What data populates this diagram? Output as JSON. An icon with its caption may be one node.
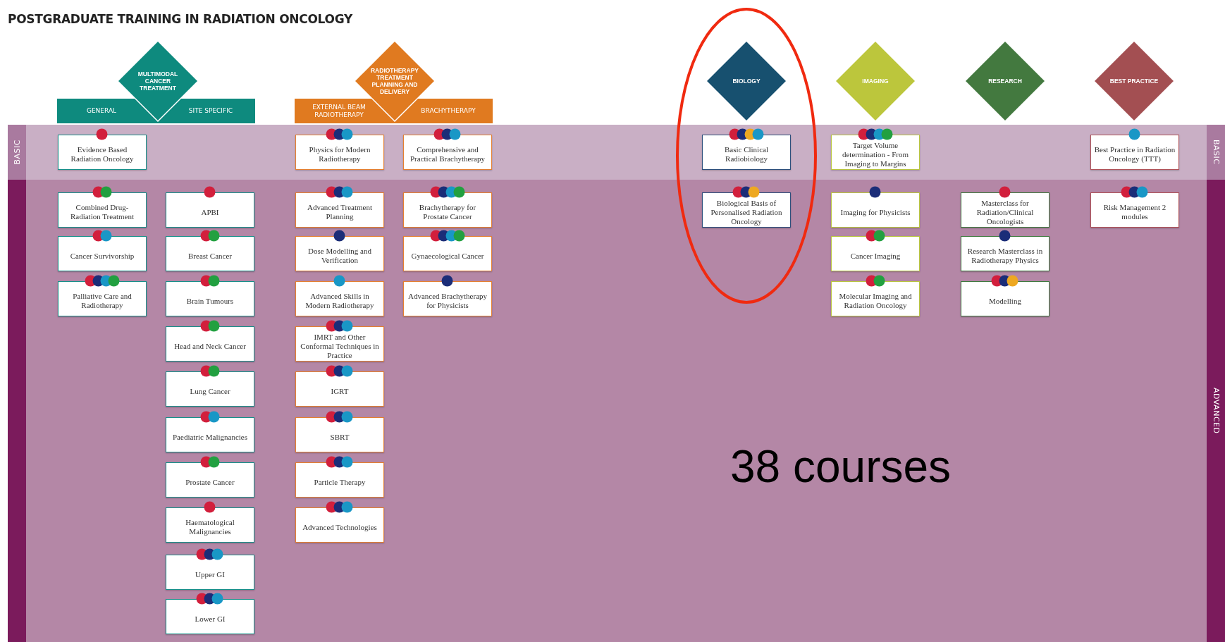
{
  "diagram": {
    "title": "POSTGRADUATE TRAINING IN RADIATION ONCOLOGY",
    "nodes": [
      {
        "text": [
          "MULTIMODAL CANCER TREATMENT"
        ]
      },
      {
        "text": [
          "GENERAL",
          "SITE SPECIFIC"
        ]
      },
      {
        "text": [
          "RADIOTHERAPY TREATMENT PLANNING AND DELIVERY"
        ]
      },
      {
        "text": [
          "EXTERNAL BEAM RADIOTHERAPY",
          "BRACHYTHERAPY"
        ]
      },
      {
        "text": [
          "BIOLOGY"
        ]
      },
      {
        "text": [
          "IMAGING"
        ]
      },
      {
        "text": [
          "RESEARCH"
        ]
      },
      {
        "text": [
          "BEST PRACTICE"
        ]
      },
      {
        "text": [
          "BASIC"
        ]
      },
      {
        "text": [
          "BASIC"
        ]
      },
      {
        "text": [
          "ADVANCED"
        ]
      },
      {
        "text": [
          "Evidence Based Radiation Oncology"
        ]
      },
      {
        "text": [
          "Physics for Modern Radiotherapy"
        ]
      },
      {
        "text": [
          "Comprehensive and Practical Brachytherapy"
        ]
      },
      {
        "text": [
          "Basic Clinical Radiobiology"
        ]
      },
      {
        "text": [
          "Target Volume determination - From Imaging to Margins"
        ]
      },
      {
        "text": [
          "Best Practice in Radiation Oncology (TTT)"
        ]
      },
      {
        "text": [
          "Combined Drug-Radiation Treatment"
        ]
      },
      {
        "text": [
          "Cancer Survivorship"
        ]
      },
      {
        "text": [
          "Palliative Care and Radiotherapy"
        ]
      },
      {
        "text": [
          "APBI"
        ]
      },
      {
        "text": [
          "Breast Cancer"
        ]
      },
      {
        "text": [
          "Brain Tumours"
        ]
      },
      {
        "text": [
          "Head and Neck Cancer"
        ]
      },
      {
        "text": [
          "Lung Cancer"
        ]
      },
      {
        "text": [
          "Paediatric Malignancies"
        ]
      },
      {
        "text": [
          "Prostate Cancer"
        ]
      },
      {
        "text": [
          "Haematological Malignancies"
        ]
      },
      {
        "text": [
          "Upper GI"
        ]
      },
      {
        "text": [
          "Lower GI"
        ]
      },
      {
        "text": [
          "Advanced Treatment Planning"
        ]
      },
      {
        "text": [
          "Dose Modelling and Verification"
        ]
      },
      {
        "text": [
          "Advanced Skills in Modern Radiotherapy"
        ]
      },
      {
        "text": [
          "IMRT and Other Conformal Techniques in Practice"
        ]
      },
      {
        "text": [
          "IGRT"
        ]
      },
      {
        "text": [
          "SBRT"
        ]
      },
      {
        "text": [
          "Particle Therapy"
        ]
      },
      {
        "text": [
          "Advanced Technologies"
        ]
      },
      {
        "text": [
          "Brachytherapy for Prostate Cancer"
        ]
      },
      {
        "text": [
          "Gynaecological Cancer"
        ]
      },
      {
        "text": [
          "Advanced Brachytherapy for Physicists"
        ]
      },
      {
        "text": [
          "Biological Basis of Personalised Radiation Oncology"
        ]
      },
      {
        "text": [
          "Imaging for Physicists"
        ]
      },
      {
        "text": [
          "Cancer Imaging"
        ]
      },
      {
        "text": [
          "Molecular Imaging and Radiation Oncology"
        ]
      },
      {
        "text": [
          "Masterclass for Radiation/Clinical Oncologists"
        ]
      },
      {
        "text": [
          "Research Masterclass in Radiotherapy Physics"
        ]
      },
      {
        "text": [
          "Modelling"
        ]
      },
      {
        "text": [
          "Risk Management 2 modules"
        ]
      }
    ],
    "labels": [
      "38 courses"
    ]
  }
}
